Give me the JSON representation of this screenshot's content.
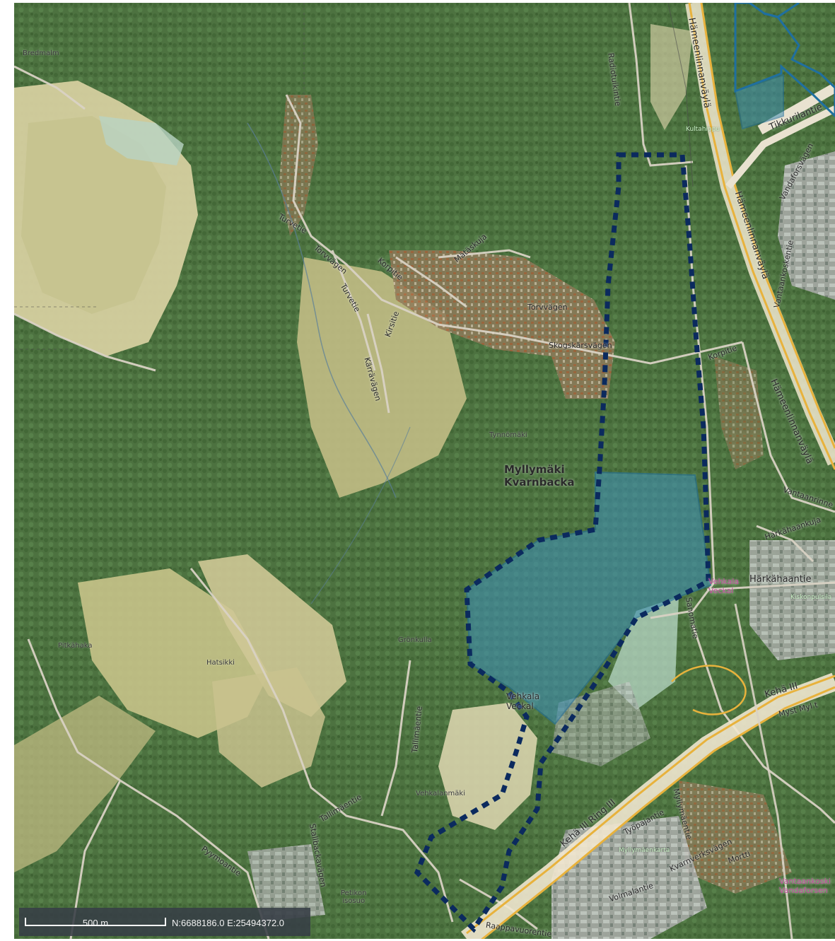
{
  "map": {
    "colors": {
      "forest": "#4f7442",
      "field": "#c9c48e",
      "quarry": "#d8d3a6",
      "residential": "#a07a5c",
      "road": "#d9d2c4",
      "motorway": "#e8b23c",
      "boundary_dashed": "#0b2a5e",
      "area_fill": "#3f8fb2",
      "area_outline": "#1f6fa0",
      "scalebar_bg": "#373e46"
    },
    "district": {
      "line1": "Myllymäki",
      "line2": "Kvarnbacka"
    },
    "station": {
      "line1": "Vehkala",
      "line2": "Veckal"
    },
    "station_ne": {
      "line1": "Vehkala",
      "line2": "Veckal"
    },
    "place_labels": {
      "bredmalm": "Bredmalm",
      "tynnomaki": "Tynnömäki",
      "pitkahaka": "Pitkähaka",
      "hatsikki": "Hatsikki",
      "gronkulla": "Grönkulla",
      "vehkalanmaki": "Vehkalanmäki",
      "petikon_isosuo": "Petikon\nisosuo",
      "kultahippu": "Kultahippu",
      "kiskonpulsila": "Kiskonpulsila",
      "myllymaenkarta": "Myllymäenkarta"
    },
    "road_labels": {
      "radiotuikintie": "Radiotuikintie",
      "hameenlinnanvayla_top": "Hämeenlinnanväylä",
      "hameenlinnanvayla_mid": "Hämeenlinnanväylä",
      "hameenlinnanvayla_low": "Hämeenlinnanväylä",
      "tikkurilantie": "Tikkurilantie",
      "vandaforsvagen": "Vandaforsvägen",
      "vantaankoskentie": "Vantaankoskentie",
      "turvetie": "Turvetie",
      "torvvagen_w": "Torvvägen",
      "turvetie2": "Turvetie",
      "torvvagen": "Torvvägen",
      "korpitie": "Korpitie",
      "mataskuja": "Mätäskuja",
      "skogskarsvagen": "Skogskärsvägen",
      "korpitie2": "Korpitie",
      "kirsitie": "Kirsitie",
      "karravagen": "Kärrävägen",
      "harkahaantie": "Härkähaantie",
      "harkahaankuja": "Härkähaankuja",
      "vantaanrinne": "Vantaanrinne",
      "keha3": "Kehä III",
      "ring3": "Kehä III Ring III",
      "tallimaentie": "Tallimäentie",
      "tallimaentie2": "Tallimäentie",
      "stallbackavagen": "Stallbackavägen",
      "pyymoantie": "Pyymoantie",
      "sanomatie": "Sanomatie",
      "myllymaentie": "Myllymäentie",
      "tyopajantie": "Työpajantie",
      "kvarnverkstagen": "Kvarnverksvägen",
      "raappavuori": "Raappavuorentie",
      "volmalantie": "Volmalantie",
      "vantaankoski": "Vantaankoski\nVandaforsen",
      "mortti": "Mortti",
      "mysty": "Myst Myl t"
    }
  },
  "scalebar": {
    "distance": "500 m",
    "coordinates": "N:6688186.0 E:25494372.0"
  }
}
